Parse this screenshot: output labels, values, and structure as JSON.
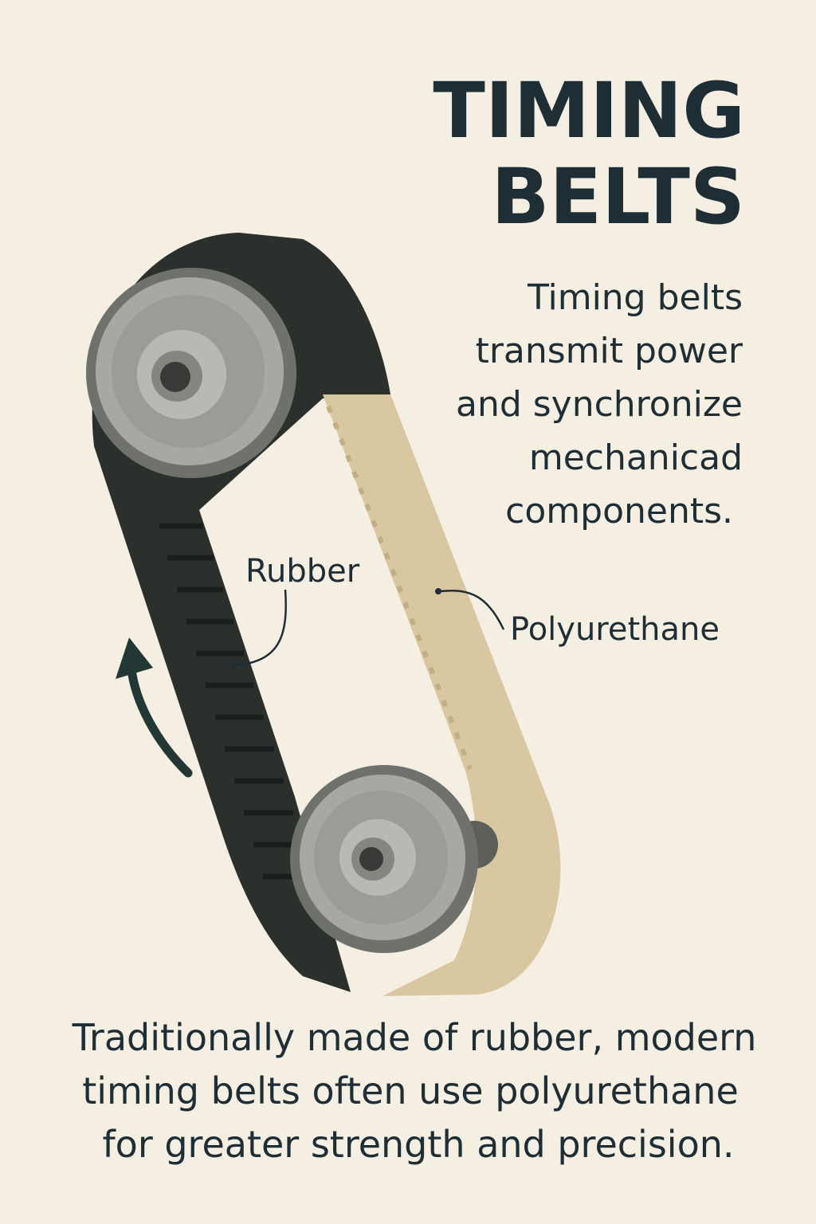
{
  "title": {
    "line1": "TIMING",
    "line2": "BELTS"
  },
  "description": {
    "lines": [
      "Timing belts",
      "transmit power",
      "and synchronize",
      "mechanicad",
      "components."
    ]
  },
  "labels": {
    "rubber": "Rubber",
    "polyurethane": "Polyurethane"
  },
  "footer": {
    "lines": [
      "Traditionally made of rubber, modern",
      "timing belts often use polyurethane",
      "for greater strength and precision."
    ]
  },
  "colors": {
    "background": "#f5eee2",
    "text": "#1f2d35",
    "rubber": "#2b302c",
    "polyurethane": "#d8c7a0",
    "pulley": "#a4a59f"
  }
}
